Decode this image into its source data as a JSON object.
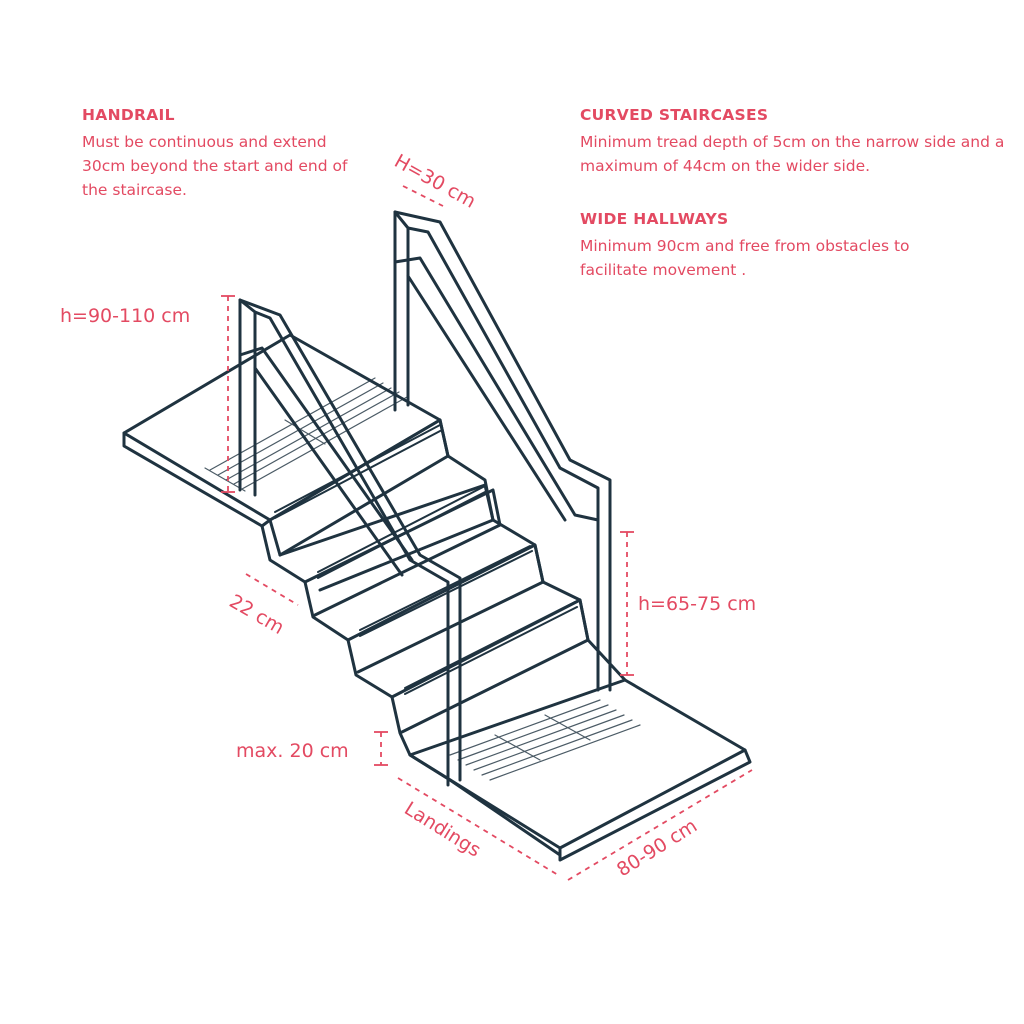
{
  "notes": {
    "handrail": {
      "title": "HANDRAIL",
      "text": "Must be continuous and extend 30cm beyond the start and end of the staircase."
    },
    "curved": {
      "title": "CURVED STAIRCASES",
      "text": "Minimum tread depth of 5cm on the narrow side and a maximum of 44cm on the wider side."
    },
    "hallways": {
      "title": "WIDE HALLWAYS",
      "text": "Minimum 90cm and free from obstacles to facilitate movement ."
    }
  },
  "dimensions": {
    "rail_extension": "H=30 cm",
    "rail_height_upper": "h=90-110 cm",
    "rail_height_lower": "h=65-75 cm",
    "tread_depth": "22 cm",
    "riser_height": "max. 20 cm",
    "landings": "Landings",
    "width": "80-90 cm"
  },
  "colors": {
    "line": "#1f3340",
    "accent": "#e34a62"
  }
}
